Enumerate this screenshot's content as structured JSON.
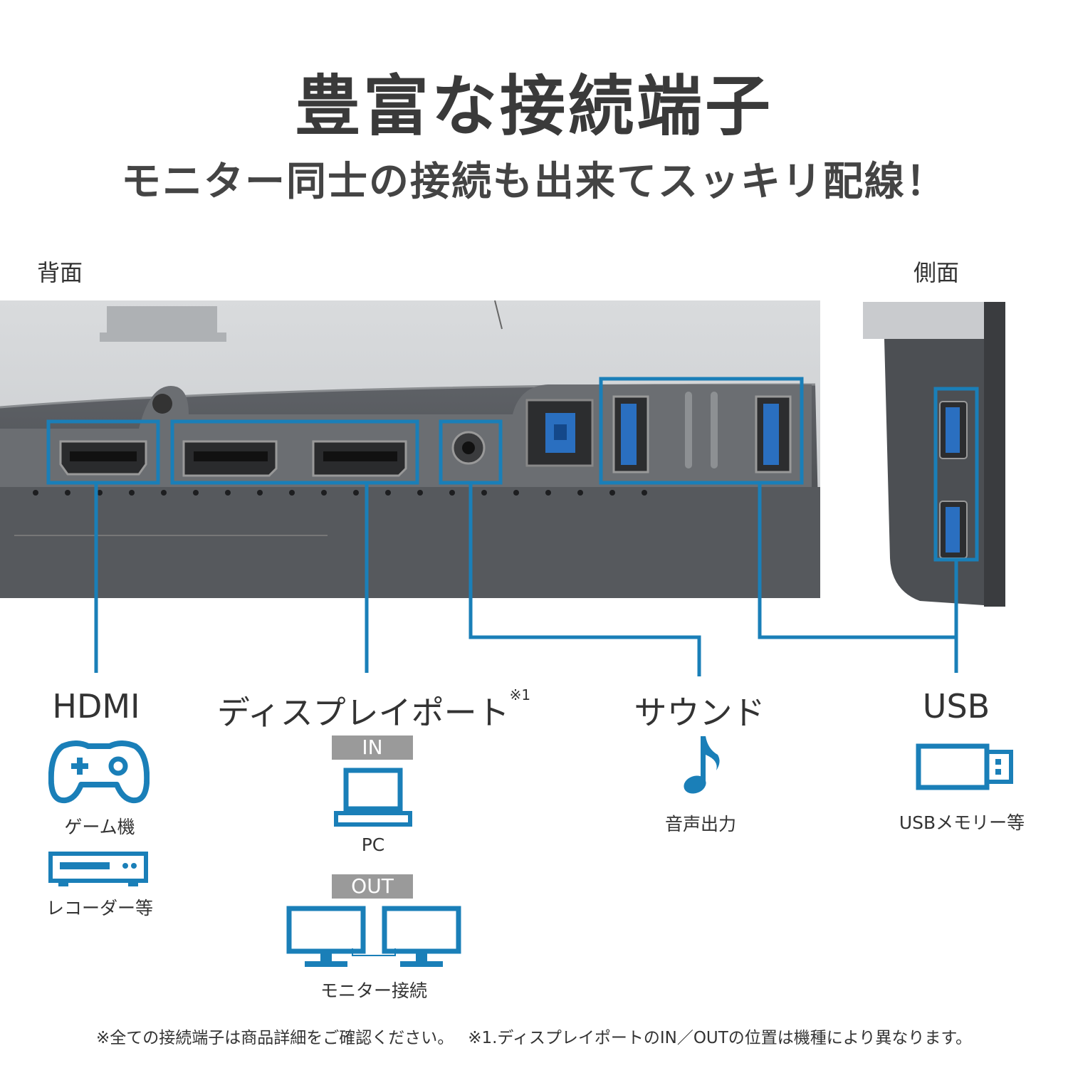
{
  "header": {
    "title": "豊富な接続端子",
    "subtitle": "モニター同士の接続も出来てスッキリ配線！"
  },
  "views": {
    "rear": "背面",
    "side": "側面"
  },
  "accent_color": "#1a7fb8",
  "ports": {
    "hdmi": {
      "label": "HDMI",
      "devices": [
        {
          "icon": "gamepad-icon",
          "caption": "ゲーム機"
        },
        {
          "icon": "recorder-icon",
          "caption": "レコーダー等"
        }
      ]
    },
    "displayport": {
      "label": "ディスプレイポート",
      "note_mark": "※1",
      "in_tag": "IN",
      "in_icon": "laptop-icon",
      "in_caption": "PC",
      "out_tag": "OUT",
      "out_icon": "dual-monitor-icon",
      "out_caption": "モニター接続"
    },
    "sound": {
      "label": "サウンド",
      "icon": "music-note-icon",
      "caption": "音声出力"
    },
    "usb": {
      "label": "USB",
      "icon": "usb-stick-icon",
      "caption": "USBメモリー等"
    }
  },
  "footnotes": [
    "※全ての接続端子は商品詳細をご確認ください。",
    "※1.ディスプレイポートのIN／OUTの位置は機種により異なります。"
  ]
}
